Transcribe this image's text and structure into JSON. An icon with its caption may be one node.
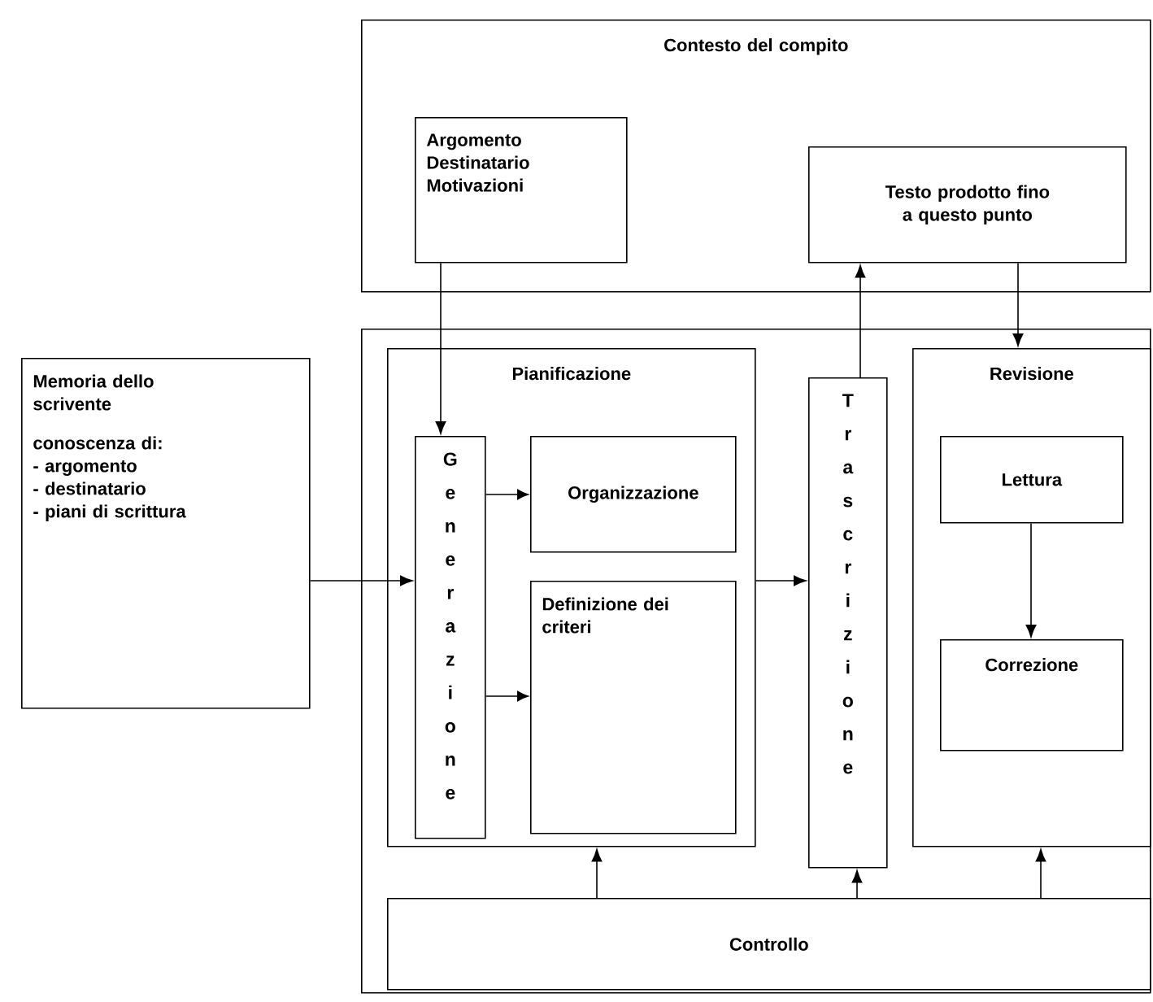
{
  "diagram": {
    "nodes": [
      {
        "text": [
          "Contesto del compito"
        ]
      },
      {
        "text": [
          "Argomento",
          "Destinatario",
          "Motivazioni"
        ],
        "in": 0
      },
      {
        "text": [
          "Testo prodotto fino a questo punto"
        ],
        "in": 0
      },
      {
        "text": [
          "Memoria dello scrivente",
          "conoscenza di:",
          "- argomento",
          "- destinatario",
          "- piani di scrittura"
        ]
      },
      {
        "text": [],
        "shape": "box"
      },
      {
        "text": [
          "Pianificazione"
        ],
        "in": 4
      },
      {
        "text": [
          "Generazione"
        ],
        "in": 5
      },
      {
        "text": [
          "Organizzazione"
        ],
        "in": 5
      },
      {
        "text": [
          "Definizione dei criteri"
        ],
        "in": 5
      },
      {
        "text": [
          "Trascrizione"
        ],
        "in": 4
      },
      {
        "text": [
          "Revisione"
        ],
        "in": 4
      },
      {
        "text": [
          "Lettura"
        ],
        "in": 10
      },
      {
        "text": [
          "Correzione"
        ],
        "in": 10
      },
      {
        "text": [
          "Controllo"
        ],
        "in": 4
      }
    ],
    "edges": [
      {
        "from": 1,
        "to": 6,
        "arrow": "to"
      },
      {
        "from": 9,
        "to": 2,
        "arrow": "to"
      },
      {
        "from": 2,
        "to": 10,
        "arrow": "to"
      },
      {
        "from": 3,
        "to": 6,
        "arrow": "to"
      },
      {
        "from": 6,
        "to": 7,
        "arrow": "to"
      },
      {
        "from": 6,
        "to": 8,
        "arrow": "to"
      },
      {
        "from": 5,
        "to": 9,
        "arrow": "to"
      },
      {
        "from": 11,
        "to": 12,
        "arrow": "to"
      },
      {
        "from": 13,
        "to": 5,
        "arrow": "to"
      },
      {
        "from": 13,
        "to": 9,
        "arrow": "to"
      },
      {
        "from": 13,
        "to": 10,
        "arrow": "to"
      }
    ]
  }
}
